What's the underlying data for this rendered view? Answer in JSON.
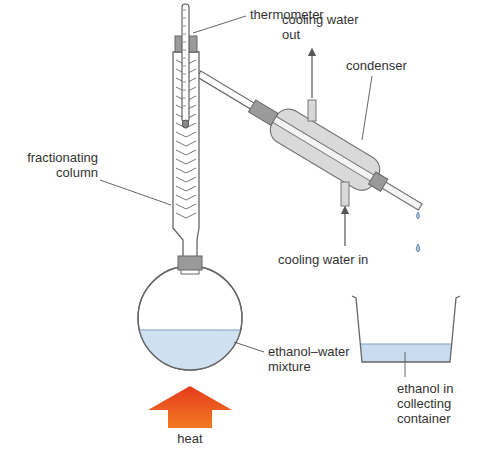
{
  "diagram": {
    "labels": [
      "thermometer",
      "cooling water out",
      "condenser",
      "fractionating column",
      "cooling water in",
      "ethanol–water mixture",
      "ethanol in collecting container",
      "heat"
    ]
  }
}
